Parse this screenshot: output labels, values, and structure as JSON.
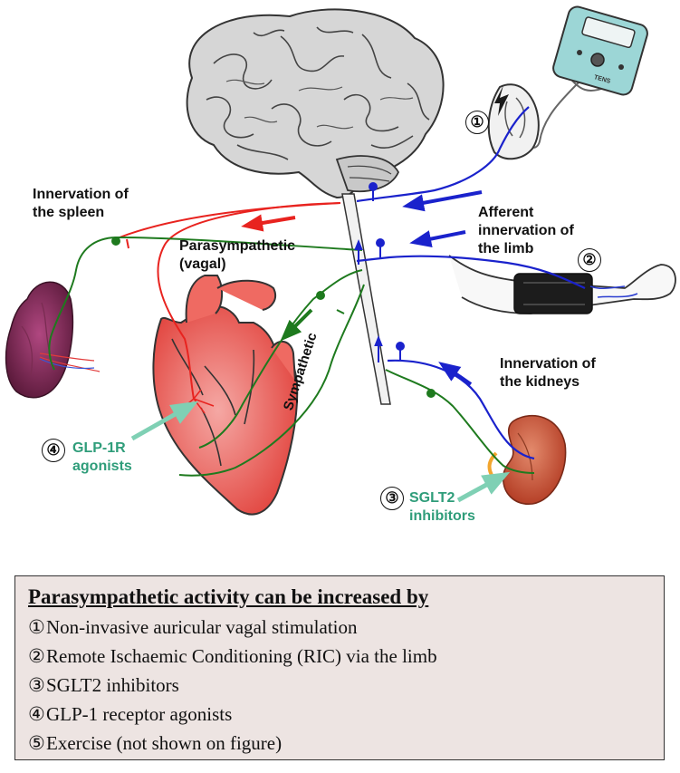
{
  "labels": {
    "spleen": "Innervation of the spleen",
    "parasympathetic": "Parasympathetic (vagal)",
    "afferent_limb": "Afferent innervation of the limb",
    "kidneys": "Innervation of the kidneys",
    "sympathetic": "Sympathetic",
    "glp1r": "GLP-1R agonists",
    "sglt2": "SGLT2 inhibitors",
    "tens": "TENS"
  },
  "markers": [
    "①",
    "②",
    "③",
    "④"
  ],
  "colors": {
    "parasympathetic": "#e8231f",
    "sympathetic": "#1e7a1e",
    "afferent": "#1a22cc",
    "drug_label": "#2f9d7a",
    "info_box_bg": "#ede4e2"
  },
  "info_box": {
    "title": "Parasympathetic activity can be increased by",
    "items": [
      {
        "marker": "①",
        "text": "Non-invasive auricular vagal stimulation"
      },
      {
        "marker": "②",
        "text": "Remote Ischaemic Conditioning (RIC) via the limb"
      },
      {
        "marker": "③",
        "text": "SGLT2 inhibitors"
      },
      {
        "marker": "④",
        "text": "GLP-1 receptor agonists"
      },
      {
        "marker": "⑤",
        "text": "Exercise (not shown on figure)"
      }
    ]
  }
}
